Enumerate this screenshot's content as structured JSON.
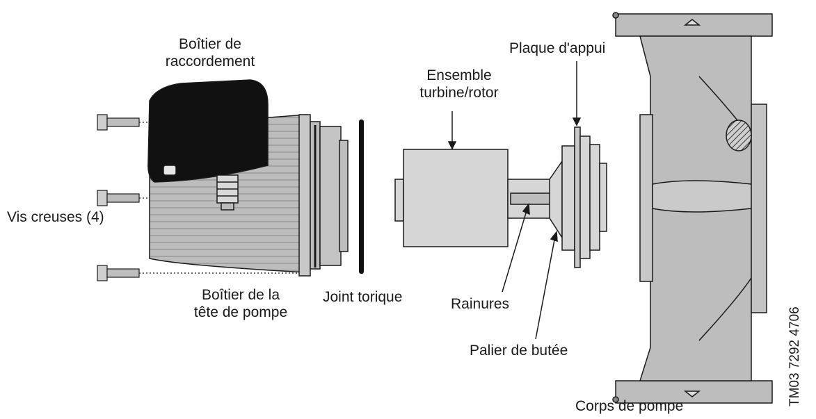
{
  "labels": {
    "connection_box_line1": "Boîtier de",
    "connection_box_line2": "raccordement",
    "hollow_screws": "Vis creuses (4)",
    "pump_head_line1": "Boîtier de la",
    "pump_head_line2": "tête de pompe",
    "o_ring": "Joint torique",
    "rotor_line1": "Ensemble",
    "rotor_line2": "turbine/rotor",
    "grooves": "Rainures",
    "thrust_bearing": "Palier de butée",
    "support_plate": "Plaque d'appui",
    "pump_housing": "Corps de pompe"
  },
  "drawing_code": "TM03 7292 4706",
  "colors": {
    "line": "#1a1a1a",
    "body_grey": "#bdbdbd",
    "light_grey": "#d6d6d6",
    "terminal_box": "#111111"
  }
}
